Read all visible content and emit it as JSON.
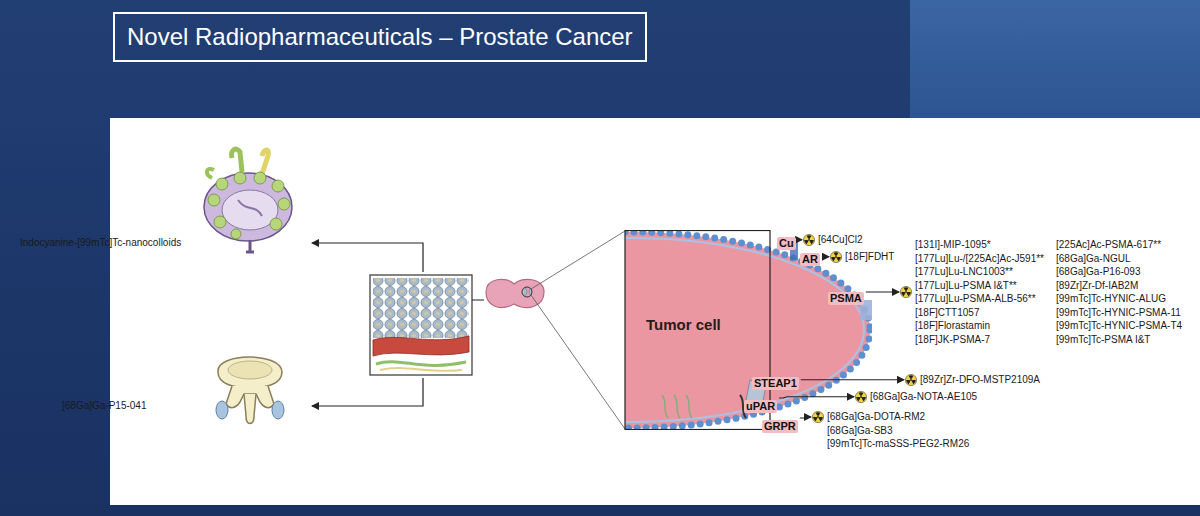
{
  "diagram": {
    "title": "Novel Radiopharmaceuticals – Prostate Cancer",
    "nodes": [
      {
        "text": [
          "Tumor cell"
        ]
      },
      {
        "text": [
          "Cu"
        ],
        "in": 0
      },
      {
        "text": [
          "AR"
        ],
        "in": 0
      },
      {
        "text": [
          "PSMA"
        ],
        "in": 0
      },
      {
        "text": [
          "STEAP1"
        ],
        "in": 0
      },
      {
        "text": [
          "uPAR"
        ],
        "in": 0
      },
      {
        "text": [
          "GRPR"
        ],
        "in": 0
      },
      {
        "text": [
          "[64Cu]Cl2"
        ]
      },
      {
        "text": [
          "[18F]FDHT"
        ]
      },
      {
        "text": [
          "[131I]-MIP-1095*",
          "[177Lu]Lu-/[225Ac]Ac-J591**",
          "[177Lu]Lu-LNC1003**",
          "[177Lu]Lu-PSMA I&T**",
          "[177Lu]Lu-PSMA-ALB-56**",
          "[18F]CTT1057",
          "[18F]Florastamin",
          "[18F]JK-PSMA-7",
          "[225Ac]Ac-PSMA-617**",
          "[68Ga]Ga-NGUL",
          "[68Ga]Ga-P16-093",
          "[89Zr]Zr-Df-IAB2M",
          "[99mTc]Tc-HYNIC-ALUG",
          "[99mTc]Tc-HYNIC-PSMA-11",
          "[99mTc]Tc-HYNIC-PSMA-T4",
          "[99mTc]Tc-PSMA I&T"
        ]
      },
      {
        "text": [
          "[89Zr]Zr-DFO-MSTP2109A"
        ]
      },
      {
        "text": [
          "[68Ga]Ga-NOTA-AE105"
        ]
      },
      {
        "text": [
          "[68Ga]Ga-DOTA-RM2",
          "[68Ga]Ga-SB3",
          "[99mTc]Tc-maSSS-PEG2-RM26"
        ]
      }
    ],
    "edges": [
      {
        "from": 1,
        "to": 7,
        "arrow": "to"
      },
      {
        "from": 2,
        "to": 8,
        "arrow": "to"
      },
      {
        "from": 3,
        "to": 9,
        "arrow": "to"
      },
      {
        "from": 4,
        "to": 10,
        "arrow": "to"
      },
      {
        "from": 5,
        "to": 11,
        "arrow": "to"
      },
      {
        "from": 6,
        "to": 12,
        "arrow": "to"
      }
    ],
    "labels": [
      "Indocyanine-[99mTc]Tc-nanocolloids",
      "[68Ga]Ga-P15-041"
    ]
  }
}
